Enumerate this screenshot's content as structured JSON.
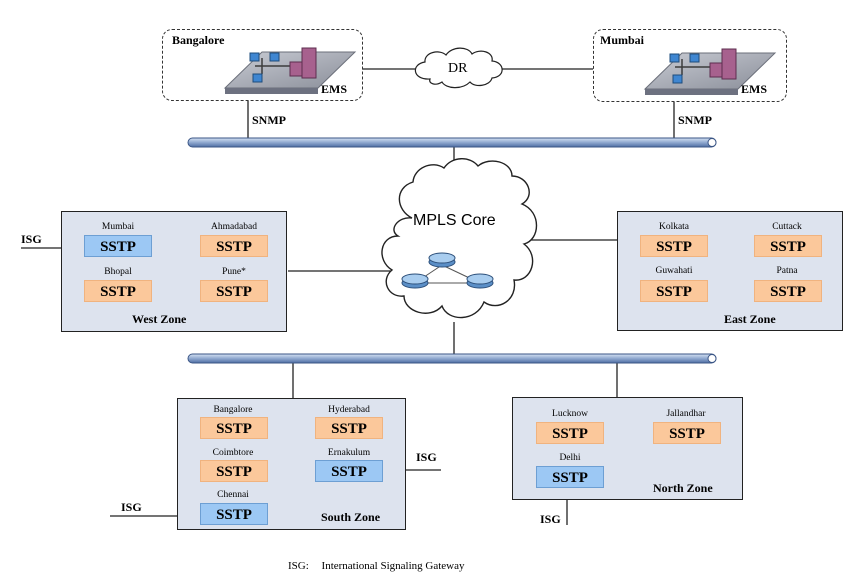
{
  "ems": {
    "left": {
      "site": "Bangalore",
      "label": "EMS"
    },
    "right": {
      "site": "Mumbai",
      "label": "EMS"
    },
    "dr_label": "DR",
    "snmp_label": "SNMP"
  },
  "core": {
    "label": "MPLS Core"
  },
  "zones": {
    "west": {
      "title": "West Zone",
      "sites": [
        {
          "name": "Mumbai",
          "label": "SSTP",
          "color": "#9cc8f4"
        },
        {
          "name": "Ahmadabad",
          "label": "SSTP",
          "color": "#fbc89b"
        },
        {
          "name": "Bhopal",
          "label": "SSTP",
          "color": "#fbc89b"
        },
        {
          "name": "Pune*",
          "label": "SSTP",
          "color": "#fbc89b"
        }
      ]
    },
    "east": {
      "title": "East Zone",
      "sites": [
        {
          "name": "Kolkata",
          "label": "SSTP",
          "color": "#fbc89b"
        },
        {
          "name": "Cuttack",
          "label": "SSTP",
          "color": "#fbc89b"
        },
        {
          "name": "Guwahati",
          "label": "SSTP",
          "color": "#fbc89b"
        },
        {
          "name": "Patna",
          "label": "SSTP",
          "color": "#fbc89b"
        }
      ]
    },
    "south": {
      "title": "South Zone",
      "sites": [
        {
          "name": "Bangalore",
          "label": "SSTP",
          "color": "#fbc89b"
        },
        {
          "name": "Hyderabad",
          "label": "SSTP",
          "color": "#fbc89b"
        },
        {
          "name": "Coimbtore",
          "label": "SSTP",
          "color": "#fbc89b"
        },
        {
          "name": "Ernakulum",
          "label": "SSTP",
          "color": "#9cc8f4"
        },
        {
          "name": "Chennai",
          "label": "SSTP",
          "color": "#9cc8f4"
        }
      ]
    },
    "north": {
      "title": "North Zone",
      "sites": [
        {
          "name": "Lucknow",
          "label": "SSTP",
          "color": "#fbc89b"
        },
        {
          "name": "Jallandhar",
          "label": "SSTP",
          "color": "#fbc89b"
        },
        {
          "name": "Delhi",
          "label": "SSTP",
          "color": "#9cc8f4"
        }
      ]
    }
  },
  "isg_label": "ISG",
  "legend": {
    "abbr": "ISG:",
    "text": "International Signaling Gateway"
  }
}
